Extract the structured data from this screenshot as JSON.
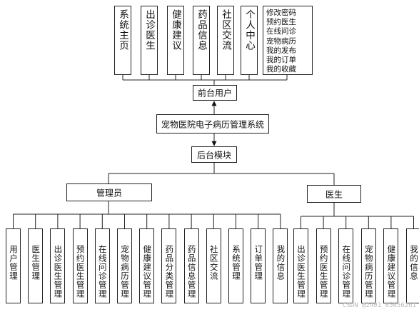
{
  "frontend": {
    "modules": [
      "系统主页",
      "出诊医生",
      "健康建议",
      "药品信息",
      "社区交流",
      "个人中心"
    ],
    "personal_center_items": [
      "修改密码",
      "预约医生",
      "在线问诊",
      "宠物病历",
      "我的发布",
      "我的订单",
      "我的收藏"
    ],
    "label": "前台用户"
  },
  "system_name": "宠物医院电子病历管理系统",
  "backend": {
    "label": "后台模块",
    "admin": {
      "label": "管理员",
      "modules": [
        "用户管理",
        "医生管理",
        "出诊医生管理",
        "预约医生管理",
        "在线问诊管理",
        "宠物病历管理",
        "健康建议管理",
        "药品分类管理",
        "药品信息管理",
        "社区交流",
        "系统管理",
        "订单管理",
        "我的信息"
      ]
    },
    "doctor": {
      "label": "医生",
      "modules": [
        "出诊医生管理",
        "预约医生管理",
        "在线问诊管理",
        "宠物病历管理",
        "健康建议管理",
        "我的信息"
      ]
    }
  },
  "watermark": "CSDN @2401_85656261"
}
